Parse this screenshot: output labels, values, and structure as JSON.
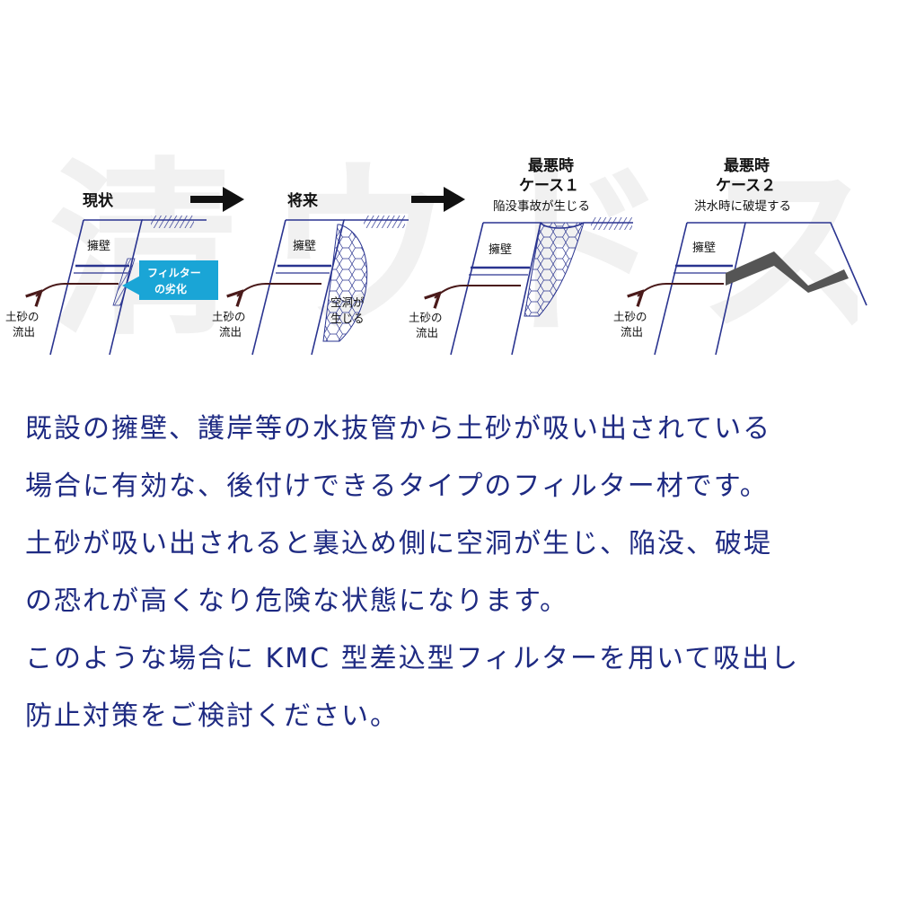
{
  "watermark": "清ウドス",
  "stages": [
    {
      "title": "現状",
      "wall": "擁壁",
      "outflow": [
        "土砂の",
        "流出"
      ],
      "callout": [
        "フィルター",
        "の劣化"
      ]
    },
    {
      "title": "将来",
      "wall": "擁壁",
      "outflow": [
        "土砂の",
        "流出"
      ],
      "cavity": [
        "空洞が",
        "生じる"
      ]
    },
    {
      "title": [
        "最悪時",
        "ケース１"
      ],
      "subtitle": "陥没事故が生じる",
      "wall": "擁壁",
      "outflow": [
        "土砂の",
        "流出"
      ]
    },
    {
      "title": [
        "最悪時",
        "ケース２"
      ],
      "subtitle": "洪水時に破堤する",
      "wall": "擁壁",
      "outflow": [
        "土砂の",
        "流出"
      ]
    }
  ],
  "colors": {
    "line": "#2a3490",
    "arrow": "#111111",
    "pipe": "#4a1a1a",
    "callout": "#1aa5d6",
    "breach": "#555555",
    "text": "#1e2a82"
  },
  "description": [
    "既設の擁壁、護岸等の水抜管から土砂が吸い出されている",
    "場合に有効な、後付けできるタイプのフィルター材です。",
    "土砂が吸い出されると裏込め側に空洞が生じ、陥没、破堤",
    "の恐れが高くなり危険な状態になります。",
    "このような場合に KMC 型差込型フィルターを用いて吸出し",
    "防止対策をご検討ください。"
  ]
}
